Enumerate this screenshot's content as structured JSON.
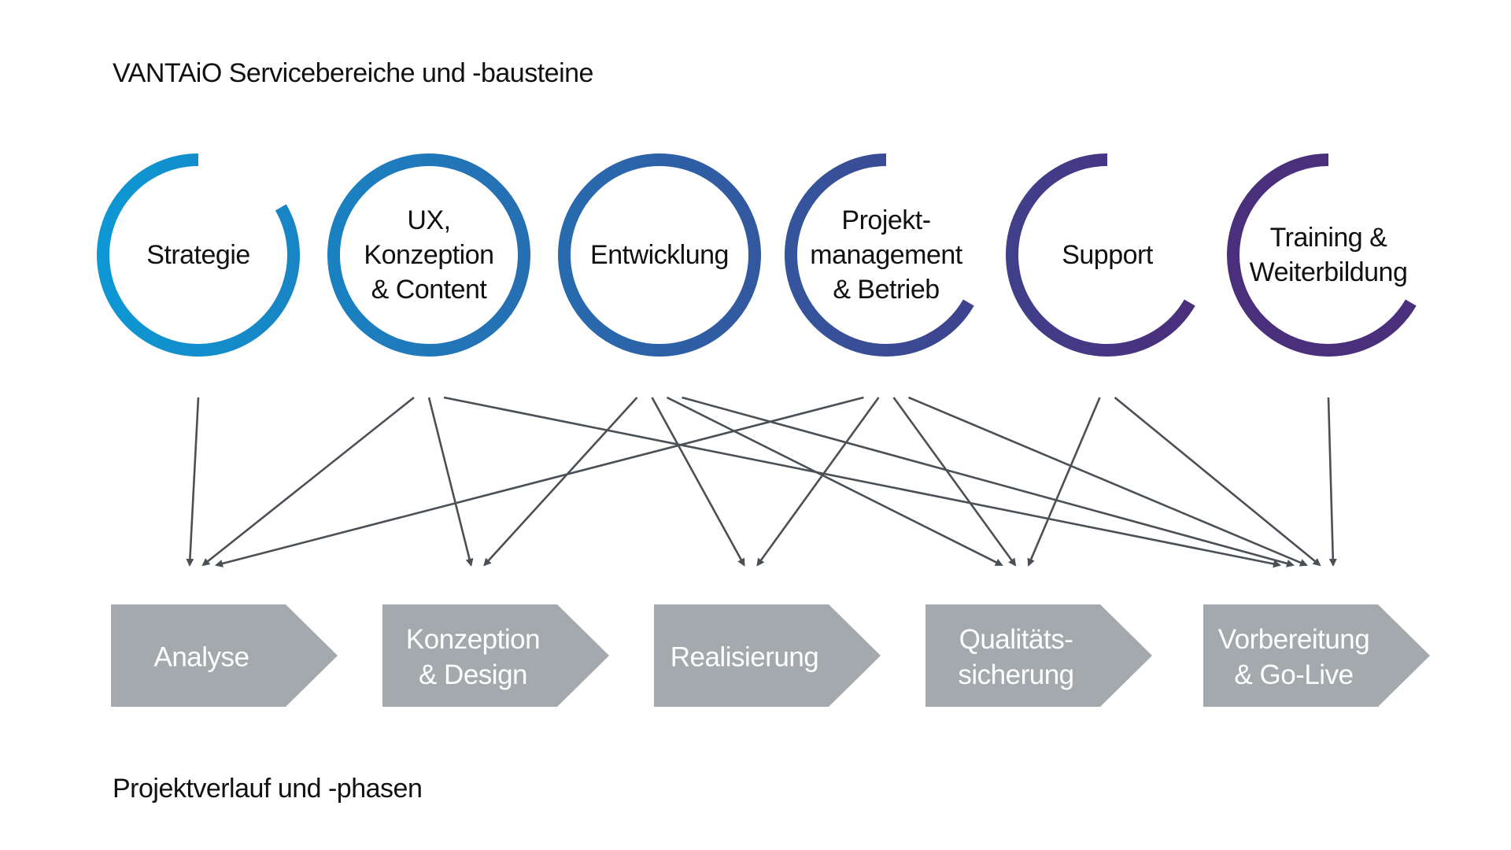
{
  "top_heading": "VANTAiO Servicebereiche und -bausteine",
  "bottom_heading": "Projektverlauf und -phasen",
  "colors": {
    "gradient_start": "#0c9ad6",
    "gradient_end": "#4a2f7d",
    "phase_fill": "#a4a9ad",
    "arrow": "#4a5055"
  },
  "services": [
    {
      "id": "strategie",
      "lines": [
        "Strategie"
      ],
      "arc": "gap-right"
    },
    {
      "id": "ux",
      "lines": [
        "UX,",
        "Konzeption",
        "& Content"
      ],
      "arc": "full"
    },
    {
      "id": "entwicklung",
      "lines": [
        "Entwicklung"
      ],
      "arc": "full"
    },
    {
      "id": "projektmanagement",
      "lines": [
        "Projekt-",
        "management",
        "& Betrieb"
      ],
      "arc": "gap-right"
    },
    {
      "id": "support",
      "lines": [
        "Support"
      ],
      "arc": "gap-right"
    },
    {
      "id": "training",
      "lines": [
        "Training &",
        "Weiterbildung"
      ],
      "arc": "gap-right"
    }
  ],
  "phases": [
    {
      "id": "analyse",
      "lines": [
        "Analyse"
      ]
    },
    {
      "id": "konzeption",
      "lines": [
        "Konzeption",
        "& Design"
      ]
    },
    {
      "id": "realisierung",
      "lines": [
        "Realisierung"
      ]
    },
    {
      "id": "qualitaet",
      "lines": [
        "Qualitäts-",
        "sicherung"
      ]
    },
    {
      "id": "vorbereitung",
      "lines": [
        "Vorbereitung",
        "& Go-Live"
      ]
    }
  ],
  "connections": [
    {
      "from": "strategie",
      "to": "analyse"
    },
    {
      "from": "ux",
      "to": "analyse"
    },
    {
      "from": "ux",
      "to": "konzeption"
    },
    {
      "from": "ux",
      "to": "vorbereitung"
    },
    {
      "from": "entwicklung",
      "to": "konzeption"
    },
    {
      "from": "entwicklung",
      "to": "realisierung"
    },
    {
      "from": "entwicklung",
      "to": "qualitaet"
    },
    {
      "from": "entwicklung",
      "to": "vorbereitung"
    },
    {
      "from": "projektmanagement",
      "to": "analyse"
    },
    {
      "from": "projektmanagement",
      "to": "realisierung"
    },
    {
      "from": "projektmanagement",
      "to": "qualitaet"
    },
    {
      "from": "projektmanagement",
      "to": "vorbereitung"
    },
    {
      "from": "support",
      "to": "qualitaet"
    },
    {
      "from": "support",
      "to": "vorbereitung"
    },
    {
      "from": "training",
      "to": "vorbereitung"
    }
  ]
}
